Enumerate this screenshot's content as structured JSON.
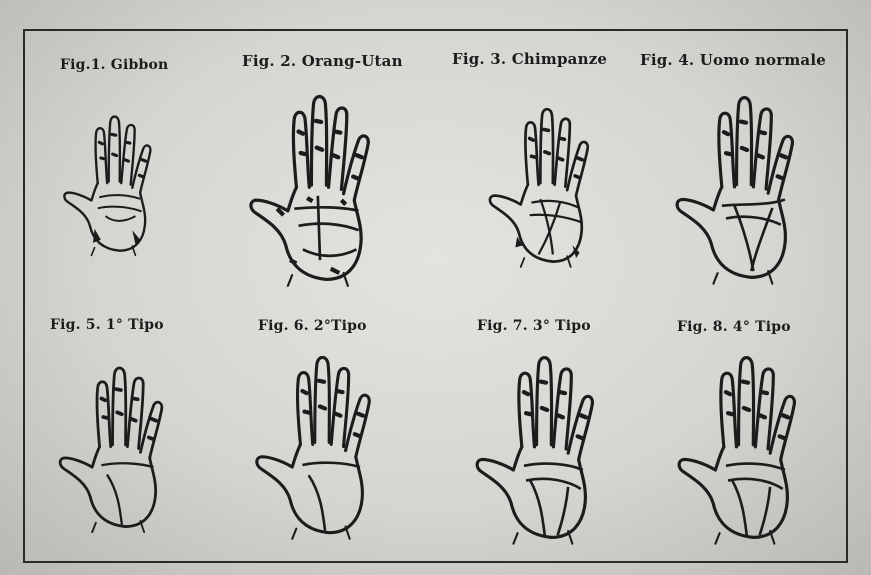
{
  "figures": [
    {
      "caption": "Fig.1. Gibbon"
    },
    {
      "caption": "Fig. 2. Orang-Utan"
    },
    {
      "caption": "Fig. 3. Chimpanze"
    },
    {
      "caption": "Fig. 4. Uomo normale"
    },
    {
      "caption": "Fig. 5.  1° Tipo"
    },
    {
      "caption": "Fig. 6.  2°Tipo"
    },
    {
      "caption": "Fig. 7.  3° Tipo"
    },
    {
      "caption": "Fig. 8.  4° Tipo"
    }
  ],
  "colors": {
    "paper": "#dcdbd7",
    "ink": "#1c1c1c"
  }
}
